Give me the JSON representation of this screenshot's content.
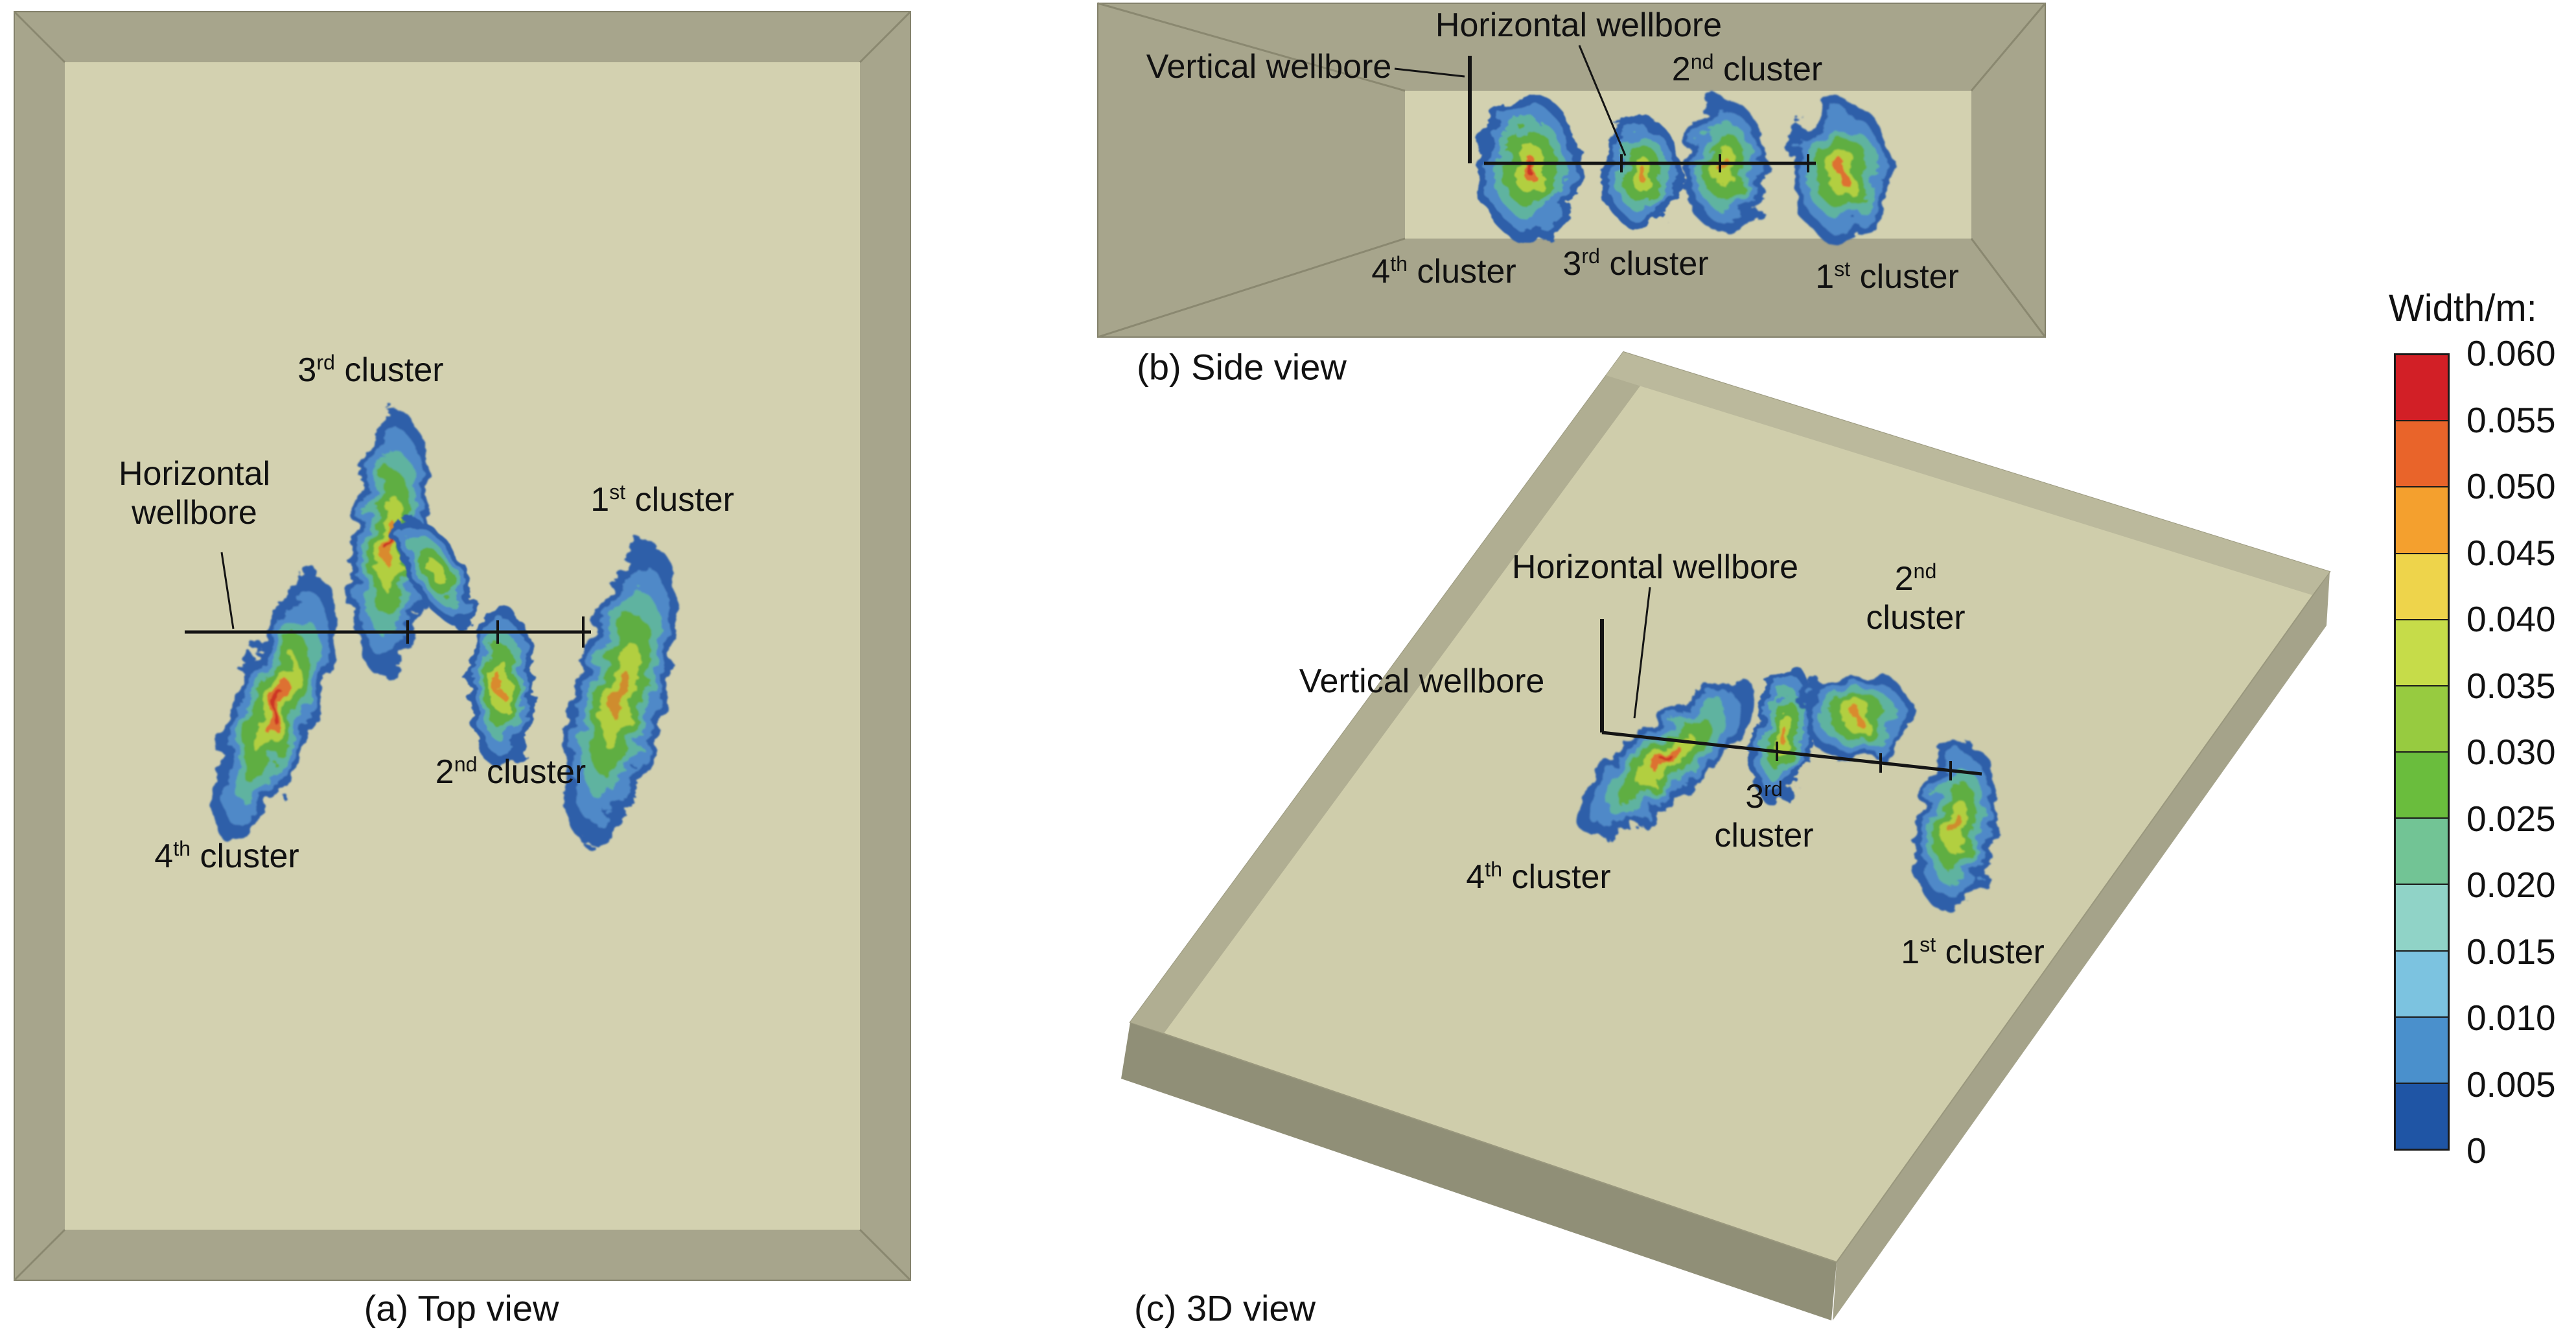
{
  "panels": {
    "a": {
      "caption": "(a) Top view",
      "hw": [
        "Horizontal",
        "wellbore"
      ],
      "clusters": {
        "c1": {
          "n": "1",
          "suf": "st",
          "rest": " cluster"
        },
        "c2": {
          "n": "2",
          "suf": "nd",
          "rest": " cluster"
        },
        "c3": {
          "n": "3",
          "suf": "rd",
          "rest": " cluster"
        },
        "c4": {
          "n": "4",
          "suf": "th",
          "rest": " cluster"
        }
      }
    },
    "b": {
      "caption": "(b) Side view",
      "hw": "Horizontal wellbore",
      "vw": "Vertical wellbore",
      "clusters": {
        "c1": {
          "n": "1",
          "suf": "st",
          "rest": " cluster"
        },
        "c2": {
          "n": "2",
          "suf": "nd",
          "rest": " cluster"
        },
        "c3": {
          "n": "3",
          "suf": "rd",
          "rest": " cluster"
        },
        "c4": {
          "n": "4",
          "suf": "th",
          "rest": " cluster"
        }
      }
    },
    "c": {
      "caption": "(c) 3D view",
      "hw": "Horizontal wellbore",
      "vw": "Vertical wellbore",
      "clusters": {
        "c1": {
          "n": "1",
          "suf": "st",
          "rest": " cluster"
        },
        "c2": {
          "n": "2",
          "suf": "nd",
          "rest": "",
          "line2": "cluster"
        },
        "c3": {
          "n": "3",
          "suf": "rd",
          "rest": "",
          "line2": "cluster"
        },
        "c4": {
          "n": "4",
          "suf": "th",
          "rest": " cluster"
        }
      }
    }
  },
  "legend": {
    "title": "Width/m:",
    "ticks": [
      "0.060",
      "0.055",
      "0.050",
      "0.045",
      "0.040",
      "0.035",
      "0.030",
      "0.025",
      "0.020",
      "0.015",
      "0.010",
      "0.005",
      "0"
    ],
    "cell_colors": [
      "#d21f26",
      "#e9642a",
      "#f4a02e",
      "#eed44b",
      "#c6dc49",
      "#97cb40",
      "#6abd3d",
      "#72c495",
      "#90d3c7",
      "#7cc3e0",
      "#4a90cc",
      "#1f55a5"
    ]
  },
  "colors": {
    "background": "#ffffff",
    "box_outer": "#a7a58c",
    "box_face": "#d3d1b0",
    "slab_top": "#cfcdab",
    "wall_left": "#b0ae92",
    "wall_right": "#bbb99c",
    "slab_side_dark": "#908f77",
    "slab_side_mid": "#a5a38a",
    "edge_line": "#8a8870",
    "wellbore": "#141414",
    "frac": {
      "navy": "#2e5fa9",
      "blue": "#5089c8",
      "teal": "#5fb3a0",
      "green": "#5fae43",
      "yellow_green": "#b2cf3f",
      "orange": "#dd7130",
      "red": "#cd3526",
      "amber": "#d98a2e",
      "olive": "#cf8c2f"
    }
  }
}
